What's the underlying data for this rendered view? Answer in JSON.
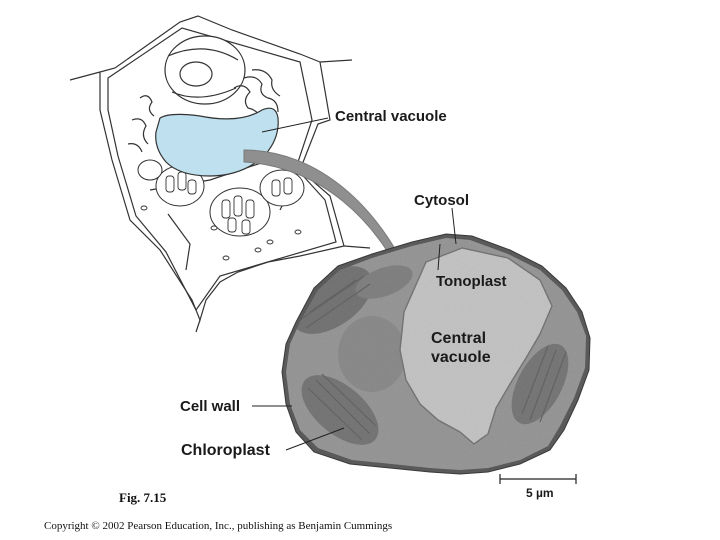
{
  "labels": {
    "central_vacuole_top": "Central vacuole",
    "cytosol": "Cytosol",
    "tonoplast": "Tonoplast",
    "central_vacuole_line1": "Central",
    "central_vacuole_line2": "vacuole",
    "cell_wall": "Cell wall",
    "chloroplast": "Chloroplast",
    "scale_bar": "5 µm"
  },
  "caption": {
    "figure": "Fig. 7.15",
    "copyright": "Copyright © 2002 Pearson Education, Inc., publishing as Benjamin Cummings"
  },
  "colors": {
    "vacuole_fill": "#bfe1ef",
    "micrograph_cytoplasm": "#8e8e8e",
    "micrograph_vacuole": "#d9d9d9",
    "arrow": "#8f8f8f"
  }
}
